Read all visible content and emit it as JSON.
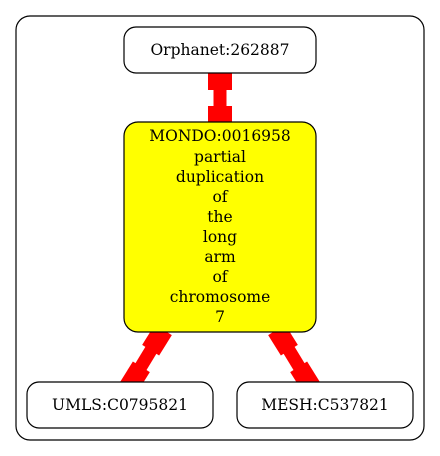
{
  "graph": {
    "nodes": [
      {
        "id": "orphanet",
        "label": "Orphanet:262887",
        "fill": "#ffffff"
      },
      {
        "id": "mondo",
        "label": "MONDO:0016958",
        "description_lines": [
          "partial",
          "duplication",
          "of",
          "the",
          "long",
          "arm",
          "of",
          "chromosome",
          "7"
        ],
        "fill": "#ffff00"
      },
      {
        "id": "umls",
        "label": "UMLS:C0795821",
        "fill": "#ffffff"
      },
      {
        "id": "mesh",
        "label": "MESH:C537821",
        "fill": "#ffffff"
      }
    ],
    "edges": [
      {
        "from": "orphanet",
        "to": "mondo",
        "color": "#ff0000"
      },
      {
        "from": "mondo",
        "to": "umls",
        "color": "#ff0000"
      },
      {
        "from": "mondo",
        "to": "mesh",
        "color": "#ff0000"
      }
    ]
  }
}
